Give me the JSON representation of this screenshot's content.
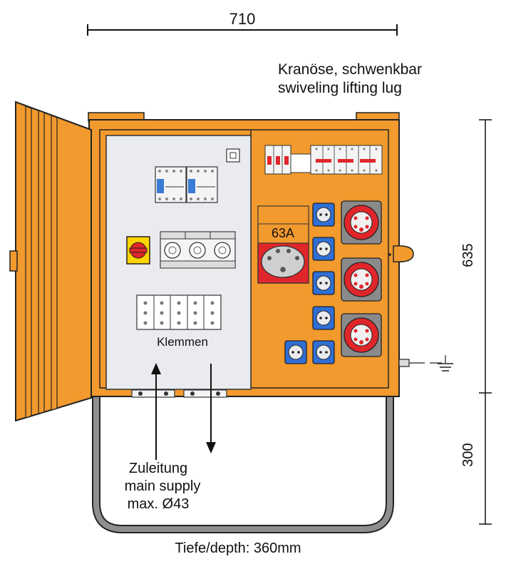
{
  "dimensions": {
    "width": "710",
    "height_cabinet": "635",
    "height_frame": "300",
    "depth": "Tiefe/depth: 360mm"
  },
  "labels": {
    "lug_de": "Kranöse,  schwenkbar",
    "lug_en": "swiveling  lifting  lug",
    "terminals": "Klemmen",
    "supply_de": "Zuleitung",
    "supply_en": "main supply",
    "supply_dia": "max. Ø43",
    "socket_rating": "63A"
  },
  "colors": {
    "cabinet_orange": "#f29a2e",
    "cabinet_edge": "#222222",
    "panel_grey": "#e9ebee",
    "cee_red": "#e0262b",
    "socket_blue": "#2f6fd6",
    "switch_yellow": "#ffd400"
  }
}
